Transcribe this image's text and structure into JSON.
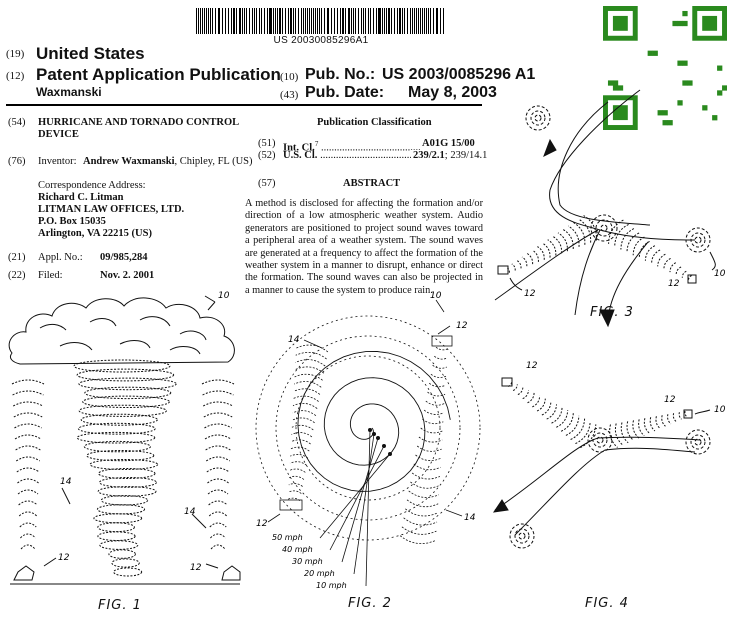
{
  "header": {
    "barcode_number": "US 20030085296A1",
    "country_code": "(19)",
    "country": "United States",
    "pub_type_code": "(12)",
    "pub_type": "Patent Application Publication",
    "pub_no_code": "(10)",
    "pub_no_label": "Pub. No.:",
    "pub_no": "US 2003/0085296 A1",
    "inventor_surname": "Waxmanski",
    "pub_date_code": "(43)",
    "pub_date_label": "Pub. Date:",
    "pub_date": "May 8, 2003"
  },
  "left_column": {
    "title_code": "(54)",
    "title_line1": "HURRICANE AND TORNADO CONTROL",
    "title_line2": "DEVICE",
    "inventor_code": "(76)",
    "inventor_label": "Inventor:",
    "inventor_name": "Andrew Waxmanski",
    "inventor_location": ", Chipley, FL (US)",
    "correspondence_label": "Correspondence Address:",
    "correspondence_lines": [
      "Richard C. Litman",
      "LITMAN LAW OFFICES, LTD.",
      "P.O. Box 15035",
      "Arlington, VA 22215 (US)"
    ],
    "appl_code": "(21)",
    "appl_label": "Appl. No.:",
    "appl_no": "09/985,284",
    "filed_code": "(22)",
    "filed_label": "Filed:",
    "filed_date": "Nov. 2. 2001"
  },
  "right_column": {
    "classification_title": "Publication Classification",
    "int_cl_code": "(51)",
    "int_cl_label": "Int. Cl.",
    "int_cl_sup": "7",
    "int_cl_dots": " ........................................................",
    "int_cl_value": "A01G 15/00",
    "us_cl_code": "(52)",
    "us_cl_label": "U.S. Cl.",
    "us_cl_dots": " ........................................",
    "us_cl_value": "239/2.1",
    "us_cl_extra": "; 239/14.1",
    "abstract_code": "(57)",
    "abstract_title": "ABSTRACT",
    "abstract_text": "A method is disclosed for affecting the formation and/or direction of a low atmospheric weather system. Audio generators are positioned to project sound waves toward a peripheral area of a weather system. The sound waves are generated at a frequency to affect the formation of the weather system in a manner to disrupt, enhance or direct the formation. The sound waves can also be projected in a manner to cause the system to produce rain."
  },
  "figures": {
    "fig1": {
      "label": "FIG. 1",
      "refs": [
        "10",
        "14",
        "14",
        "12",
        "12"
      ]
    },
    "fig2": {
      "label": "FIG. 2",
      "refs": [
        "10",
        "12",
        "14",
        "14",
        "12"
      ],
      "speeds": [
        "50 mph",
        "40 mph",
        "30 mph",
        "20 mph",
        "10 mph"
      ]
    },
    "fig3": {
      "label": "FIG. 3",
      "refs": [
        "12",
        "12",
        "10"
      ]
    },
    "fig4": {
      "label": "FIG. 4",
      "refs": [
        "12",
        "12",
        "10"
      ]
    }
  },
  "colors": {
    "qr": "#2a8a1e",
    "ink": "#111111"
  }
}
